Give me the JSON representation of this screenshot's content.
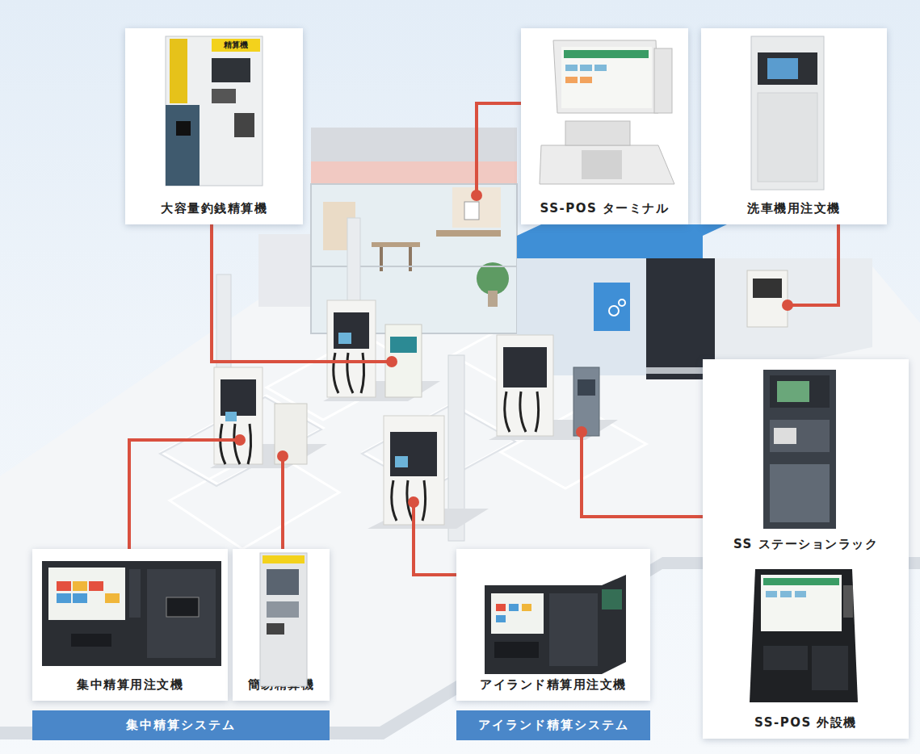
{
  "diagram": {
    "nodes": [
      {
        "text": [
          "大容量釣銭精算機"
        ]
      },
      {
        "text": [
          "SS-POS ターミナル"
        ]
      },
      {
        "text": [
          "洗車機用注文機"
        ]
      },
      {
        "text": [
          "SS ステーションラック",
          "SS-POS 外設機"
        ]
      },
      {
        "text": [
          "集中精算用注文機"
        ]
      },
      {
        "text": [
          "簡易精算機"
        ]
      },
      {
        "text": [
          "アイランド精算用注文機"
        ]
      },
      {
        "text": [
          "集中精算システム"
        ]
      },
      {
        "text": [
          "アイランド精算システム"
        ]
      }
    ],
    "edges": [],
    "labels": [
      "精算機"
    ]
  }
}
